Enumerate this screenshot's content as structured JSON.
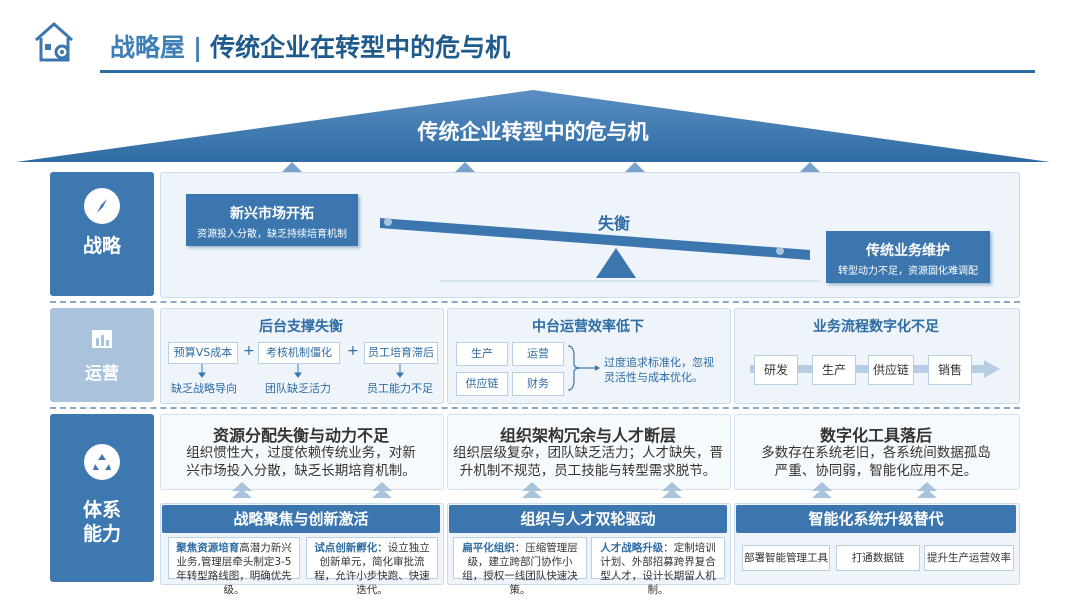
{
  "header": {
    "title_main": "战略屋",
    "separator": "|",
    "title_sub": "传统企业在转型中的危与机"
  },
  "roof": {
    "title": "传统企业转型中的危与机"
  },
  "tiles": {
    "strategy": "战略",
    "operation": "运营",
    "capability_1": "体系",
    "capability_2": "能力"
  },
  "strategy": {
    "left_title": "新兴市场开拓",
    "left_desc": "资源投入分散，缺乏持续培育机制",
    "balance_label": "失衡",
    "right_title": "传统业务维护",
    "right_desc": "转型动力不足，资源固化难调配"
  },
  "operation": {
    "backend": {
      "title": "后台支撑失衡",
      "items": [
        {
          "box": "预算VS成本",
          "result": "缺乏战略导向"
        },
        {
          "box": "考核机制僵化",
          "result": "团队缺乏活力"
        },
        {
          "box": "员工培育滞后",
          "result": "员工能力不足"
        }
      ],
      "plus": "+"
    },
    "middle": {
      "title": "中台运营效率低下",
      "boxes": [
        "生产",
        "运营",
        "供应链",
        "财务"
      ],
      "note": "过度追求标准化，忽视灵活性与成本优化。"
    },
    "process": {
      "title": "业务流程数字化不足",
      "steps": [
        "研发",
        "生产",
        "供应链",
        "销售"
      ]
    }
  },
  "capability": {
    "problems": [
      {
        "title": "资源分配失衡与动力不足",
        "desc": "组织惯性大，过度依赖传统业务，对新兴市场投入分散，缺乏长期培育机制。"
      },
      {
        "title": "组织架构冗余与人才断层",
        "desc": "组织层级复杂，团队缺乏活力；人才缺失，晋升机制不规范，员工技能与转型需求脱节。"
      },
      {
        "title": "数字化工具落后",
        "desc": "多数存在系统老旧，各系统间数据孤岛严重、协同弱，智能化应用不足。"
      }
    ],
    "solutions": [
      {
        "title": "战略聚焦与创新激活",
        "cards": [
          {
            "key": "聚焦资源培育",
            "text": "高潜力新兴业务,管理层牵头制定3-5年转型路线图，明确优先级。"
          },
          {
            "key": "试点创新孵化",
            "text": "：设立独立创新单元，简化审批流程，允许小步快跑、快速迭代。"
          }
        ]
      },
      {
        "title": "组织与人才双轮驱动",
        "cards": [
          {
            "key": "扁平化组织",
            "text": "：压缩管理层级，建立跨部门协作小组，授权一线团队快速决策。"
          },
          {
            "key": "人才战略升级",
            "text": "：定制培训计划、外部招募跨界复合型人才，设计长期留人机制。"
          }
        ]
      },
      {
        "title": "智能化系统升级替代",
        "pills": [
          "部署智能管理工具",
          "打通数据链",
          "提升生产运营效率"
        ]
      }
    ]
  },
  "colors": {
    "primary": "#2e6ca4",
    "accent": "#3c76ae",
    "light_panel": "#eef4fa"
  },
  "icons": [
    "house-gear-icon",
    "compass-icon",
    "building-chart-icon",
    "recycle-icon"
  ]
}
